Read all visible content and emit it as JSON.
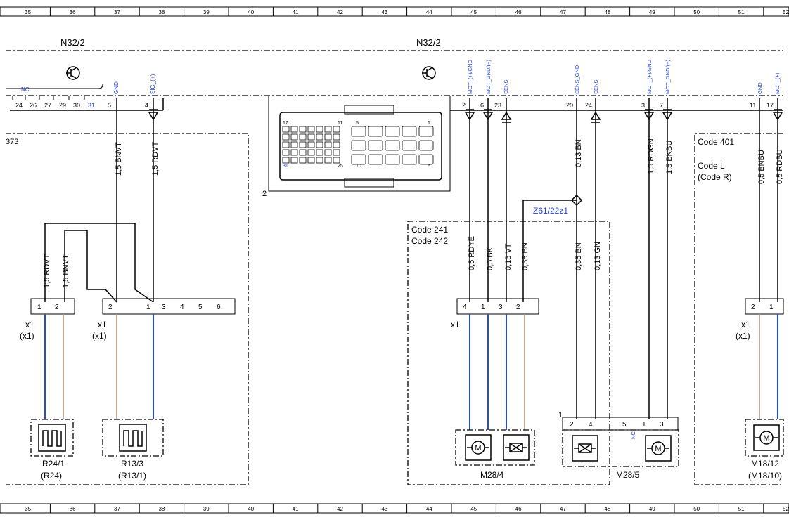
{
  "grid": {
    "columns": [
      "35",
      "36",
      "37",
      "38",
      "39",
      "40",
      "41",
      "42",
      "43",
      "44",
      "45",
      "46",
      "47",
      "48",
      "49",
      "50",
      "51",
      "52"
    ]
  },
  "modules": {
    "left": {
      "name": "N32/2"
    },
    "right": {
      "name": "N32/2"
    }
  },
  "nc_label": "NC",
  "left_pins": [
    "24",
    "26",
    "27",
    "29",
    "30",
    "31",
    "5",
    "4"
  ],
  "left_signals": [
    "GND",
    "SIG_(+)"
  ],
  "right_pins": [
    "2",
    "6",
    "23",
    "20",
    "24",
    "3",
    "7",
    "11",
    "17"
  ],
  "right_signals": [
    "MOT_(+)/GND",
    "MOT_GND/(+)",
    "SENS",
    "SENS_GND",
    "SENS",
    "MOT_(+)/GND",
    "MOT_GND/(+)",
    "GND",
    "MOT_(+)"
  ],
  "connector_view": {
    "label": "2",
    "pins": [
      "17",
      "11",
      "5",
      "1",
      "31",
      "25",
      "10",
      "6"
    ]
  },
  "code_boxes": {
    "left_partial": "373",
    "mid_line1": "Code 241",
    "mid_line2": "Code 242",
    "right_line1": "Code 401",
    "right_line2": "Code L",
    "right_line3": "(Code R)"
  },
  "wires": {
    "bnvt_upper": "1,5 BNVT",
    "rdvt_upper": "1,5 RDVT",
    "rdvt_lower": "1,5 RDVT",
    "bnvt_lower": "1,5 BNVT",
    "bn_013_upper": "0,13 BN",
    "rdgn": "1,5 RDGN",
    "bkbu": "1,5 BKBU",
    "bnbu": "0,5 BNBU",
    "rdbu": "0,5 RDBU",
    "rdye": "0,5 RDYE",
    "bk": "0,5 BK",
    "vt": "0,13 VT",
    "bn_035": "0,35 BN",
    "bn_035_b": "0,35 BN",
    "gn": "0,13 GN"
  },
  "splice": "Z61/22z1",
  "x1_label": "x1",
  "x1_sub": "(x1)",
  "plug_a_pins": [
    "1",
    "2"
  ],
  "plug_b_pins": [
    "2",
    "1",
    "3",
    "4",
    "5",
    "6"
  ],
  "plug_c_pins": [
    "4",
    "1",
    "3",
    "2"
  ],
  "plug_d_pins": [
    "2",
    "1"
  ],
  "plug_e": {
    "label": "1",
    "pins": [
      "2",
      "4",
      "5",
      "1",
      "3"
    ],
    "nc": "NC"
  },
  "components": {
    "r24": {
      "name": "R24/1",
      "alt": "(R24)"
    },
    "r13": {
      "name": "R13/3",
      "alt": "(R13/1)"
    },
    "m28_4": {
      "name": "M28/4"
    },
    "m28_5": {
      "name": "M28/5"
    },
    "m18": {
      "name": "M18/12",
      "alt": "(M18/10)"
    }
  }
}
